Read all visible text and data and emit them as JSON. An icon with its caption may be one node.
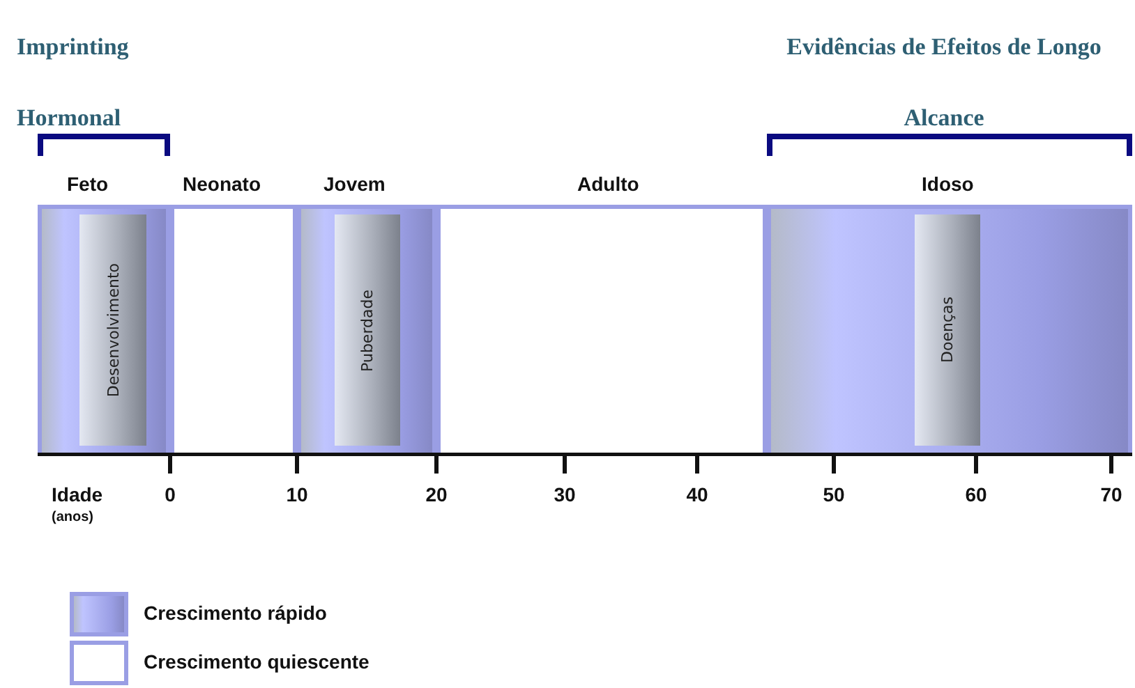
{
  "diagram": {
    "nodes": [
      {
        "text": [
          "Feto"
        ]
      },
      {
        "text": [
          "Desenvolvimento"
        ],
        "in": 0
      },
      {
        "text": [
          "Neonato"
        ]
      },
      {
        "text": [
          "Jovem"
        ]
      },
      {
        "text": [
          "Puberdade"
        ],
        "in": 3
      },
      {
        "text": [
          "Adulto"
        ]
      },
      {
        "text": [
          "Idoso"
        ]
      },
      {
        "text": [
          "Doenças"
        ],
        "in": 6
      }
    ],
    "labels": [
      "Imprinting Hormonal",
      "Evidências de Efeitos de Longo Alcance",
      "Idade",
      "(anos)",
      "0",
      "10",
      "20",
      "30",
      "40",
      "50",
      "60",
      "70"
    ],
    "legend": [
      {
        "text": "Crescimento rápido",
        "color": "#9a9ee4"
      },
      {
        "text": "Crescimento quiescente",
        "color": "#ffffff"
      }
    ]
  }
}
